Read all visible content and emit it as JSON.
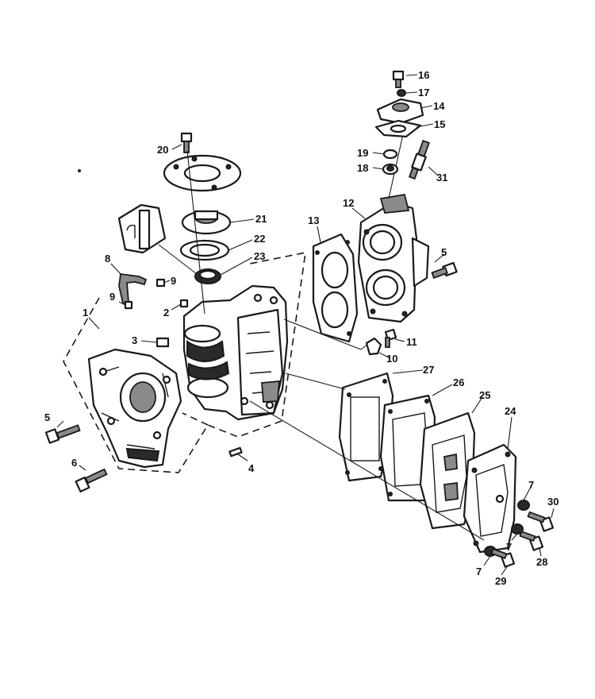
{
  "callouts": [
    {
      "id": "c1",
      "text": "1"
    },
    {
      "id": "c2",
      "text": "2"
    },
    {
      "id": "c3",
      "text": "3"
    },
    {
      "id": "c4",
      "text": "4"
    },
    {
      "id": "c5a",
      "text": "5"
    },
    {
      "id": "c5b",
      "text": "5"
    },
    {
      "id": "c6",
      "text": "6"
    },
    {
      "id": "c7a",
      "text": "7"
    },
    {
      "id": "c7b",
      "text": "7"
    },
    {
      "id": "c7c",
      "text": "7"
    },
    {
      "id": "c8",
      "text": "8"
    },
    {
      "id": "c9a",
      "text": "9"
    },
    {
      "id": "c9b",
      "text": "9"
    },
    {
      "id": "c10",
      "text": "10"
    },
    {
      "id": "c11",
      "text": "11"
    },
    {
      "id": "c12",
      "text": "12"
    },
    {
      "id": "c13",
      "text": "13"
    },
    {
      "id": "c14",
      "text": "14"
    },
    {
      "id": "c15",
      "text": "15"
    },
    {
      "id": "c16",
      "text": "16"
    },
    {
      "id": "c17",
      "text": "17"
    },
    {
      "id": "c18",
      "text": "18"
    },
    {
      "id": "c19",
      "text": "19"
    },
    {
      "id": "c20",
      "text": "20"
    },
    {
      "id": "c21",
      "text": "21"
    },
    {
      "id": "c22",
      "text": "22"
    },
    {
      "id": "c23",
      "text": "23"
    },
    {
      "id": "c24",
      "text": "24"
    },
    {
      "id": "c25",
      "text": "25"
    },
    {
      "id": "c26",
      "text": "26"
    },
    {
      "id": "c27",
      "text": "27"
    },
    {
      "id": "c28",
      "text": "28"
    },
    {
      "id": "c29",
      "text": "29"
    },
    {
      "id": "c30",
      "text": "30"
    },
    {
      "id": "c31",
      "text": "31"
    }
  ]
}
